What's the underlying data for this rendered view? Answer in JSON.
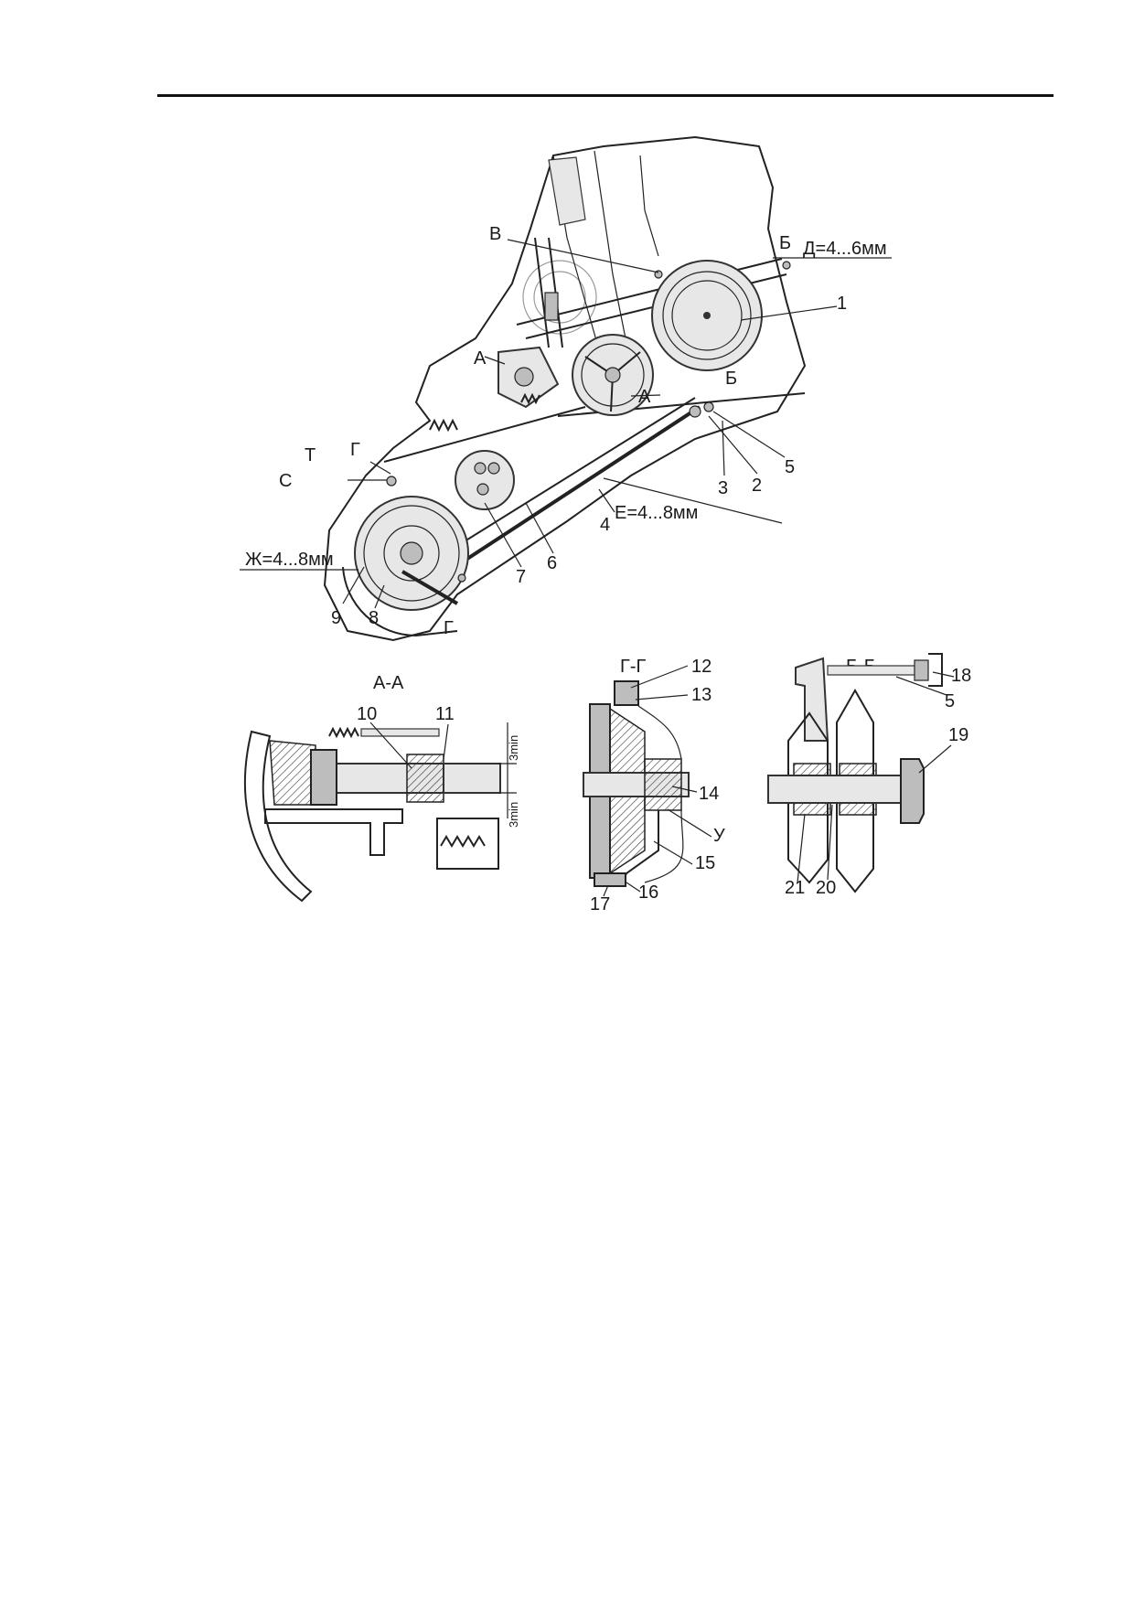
{
  "main_view": {
    "callouts": {
      "1": "1",
      "2": "2",
      "3": "3",
      "4": "4",
      "5": "5",
      "6": "6",
      "7": "7",
      "8": "8",
      "9": "9"
    },
    "letters": {
      "v": "В",
      "b_top": "Б",
      "b_mid": "Б",
      "a_left": "А",
      "a_right": "А",
      "t": "Т",
      "s": "С",
      "g_top": "Г",
      "g_bottom": "Г"
    },
    "dimensions": {
      "d": "Д=4...6мм",
      "e": "Е=4...8мм",
      "zh": "Ж=4...8мм"
    }
  },
  "section_aa": {
    "title": "А-А",
    "callouts": {
      "10": "10",
      "11": "11"
    },
    "dims": {
      "top": "3min",
      "bottom": "3min"
    }
  },
  "section_gg": {
    "title": "Г-Г",
    "callouts": {
      "12": "12",
      "13": "13",
      "14": "14",
      "15": "15",
      "16": "16",
      "17": "17",
      "u": "У"
    }
  },
  "section_bb": {
    "title": "Б-Б",
    "callouts": {
      "18": "18",
      "5": "5",
      "19": "19",
      "20": "20",
      "21": "21"
    }
  }
}
